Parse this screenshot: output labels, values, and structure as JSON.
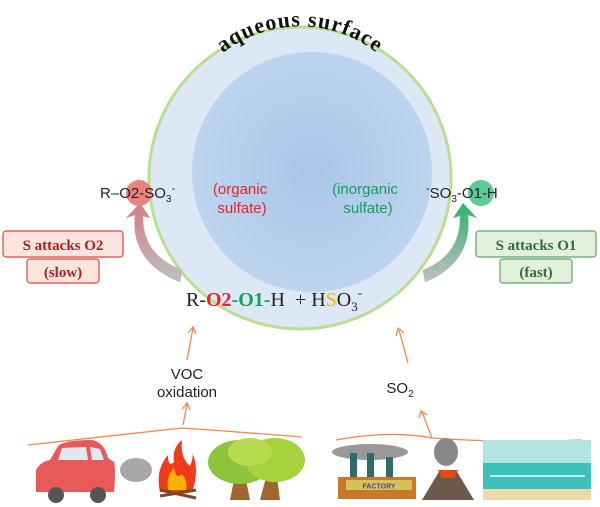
{
  "surface_label": "aqueous surface",
  "organic": {
    "r": "R–",
    "o": "O2",
    "rest": "-SO",
    "sub": "3",
    "sup": "-",
    "label1": "(organic",
    "label2": "sulfate)"
  },
  "inorganic": {
    "sup": "-",
    "so": "SO",
    "sub": "3",
    "dash": "-",
    "o": "O1",
    "rest": "-H",
    "label1": "(inorganic",
    "label2": "sulfate)"
  },
  "left_box": {
    "line1": "S attacks O2",
    "line2": "(slow)"
  },
  "right_box": {
    "line1": "S attacks O1",
    "line2": "(fast)"
  },
  "reactant": {
    "r": "R-",
    "o2": "O2",
    "d1": "-",
    "o1": "O1",
    "d2": "-",
    "h": "H",
    "plus": "+ H",
    "s": "S",
    "o": "O",
    "sub": "3",
    "sup": "-"
  },
  "voc": {
    "line1": "VOC",
    "line2": "oxidation"
  },
  "so2": {
    "text": "SO",
    "sub": "2"
  },
  "factory_sign": "FACTORY",
  "colors": {
    "red": "#e8232a",
    "green": "#1a9c5a",
    "yellow": "#f0b400",
    "orange": "#f08a4b"
  }
}
